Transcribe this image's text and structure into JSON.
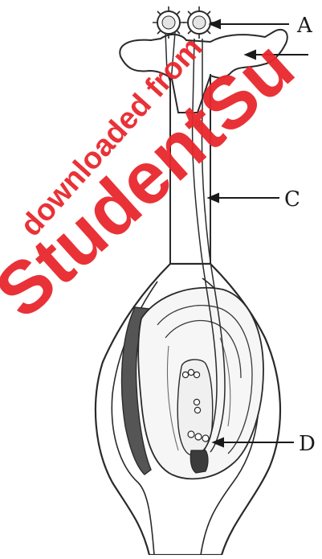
{
  "labels": {
    "a": "A",
    "c": "C",
    "d": "D"
  },
  "watermark": {
    "main": "StudentSu",
    "sub": "downloaded from"
  },
  "colors": {
    "ink": "#2a2a2a",
    "watermark": "#e8282d",
    "shade": "#555555"
  }
}
